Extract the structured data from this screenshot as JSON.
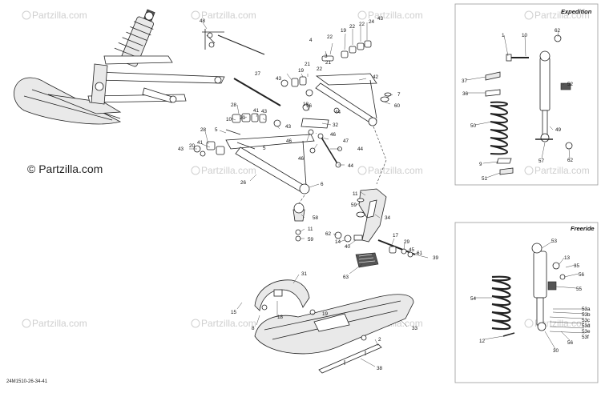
{
  "watermark": {
    "text": "Partzilla.com",
    "brand_text": "© Partzilla.com"
  },
  "diagram_code": "24M1510-26-34-41",
  "panels": {
    "expedition": {
      "title": "Expedition"
    },
    "freeride": {
      "title": "Freeride"
    }
  },
  "callouts": {
    "c48": "48",
    "c27": "27",
    "c22a": "22",
    "c19": "19",
    "c24": "24",
    "c43a": "43",
    "c4": "4",
    "c22b": "22",
    "c43b": "43",
    "c19b": "19",
    "c21a": "21",
    "c22c": "22",
    "c3": "3",
    "c21b": "21",
    "c42": "42",
    "c7": "7",
    "c60": "60",
    "c18": "18",
    "c44a": "44",
    "c32": "32",
    "c28": "28",
    "c10": "10",
    "c5a": "5",
    "c41a": "41",
    "c43c": "43",
    "c20a": "20",
    "c28b": "28",
    "c46": "46",
    "c16": "16",
    "c47": "47",
    "c44b": "44",
    "c44c": "44",
    "c5b": "5",
    "c41b": "41",
    "c20b": "20",
    "c43d": "43",
    "c26": "26",
    "c6": "6",
    "c11a": "11",
    "c59a": "59",
    "c34": "34",
    "c58": "58",
    "c11b": "11",
    "c59b": "59",
    "c62a": "62",
    "c14": "14",
    "c40": "40",
    "c17": "17",
    "c29": "29",
    "c45": "45",
    "c61": "61",
    "c39": "39",
    "c63": "63",
    "c31": "31",
    "c15": "15",
    "c8": "8",
    "c18b": "18",
    "c19c": "19",
    "c33": "33",
    "c2": "2",
    "c38": "38",
    "e1": "1",
    "e10": "10",
    "e62a": "62",
    "e37": "37",
    "e52": "52",
    "e36": "36",
    "e50": "50",
    "e49": "49",
    "e9": "9",
    "e57": "57",
    "e62b": "62",
    "e51": "51",
    "f53": "53",
    "f13": "13",
    "f35": "35",
    "f56a": "56",
    "f55": "55",
    "f54": "54",
    "f53a": "53a",
    "f53b": "53b",
    "f53c": "53c",
    "f53d": "53d",
    "f53e": "53e",
    "f53f": "53f",
    "f12": "12",
    "f56b": "56",
    "f30": "30"
  }
}
